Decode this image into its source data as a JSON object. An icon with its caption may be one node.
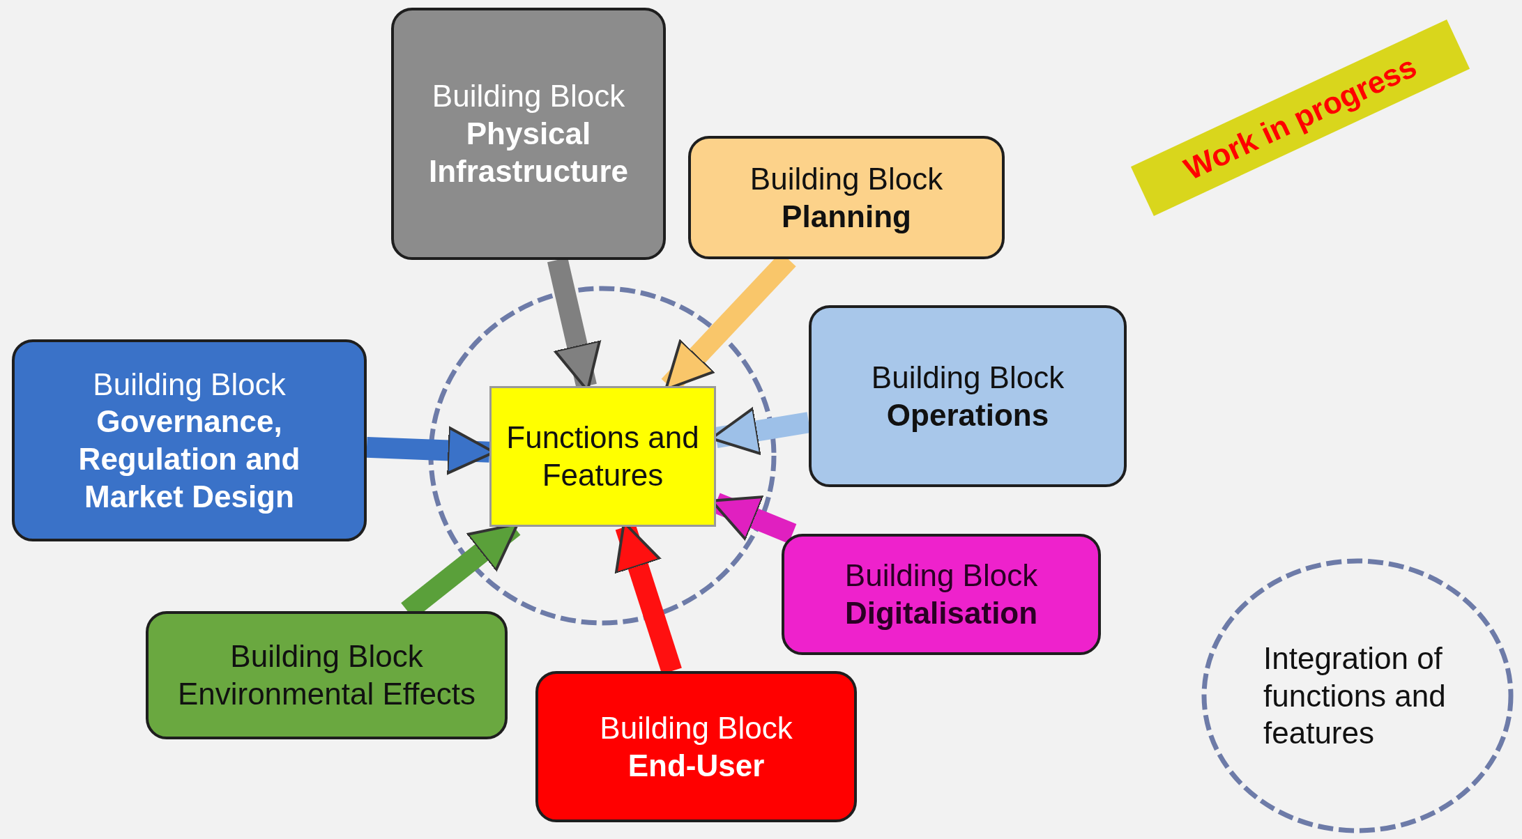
{
  "diagram": {
    "nodes": [
      {
        "text": [
          "Building Block",
          "Physical Infrastructure"
        ]
      },
      {
        "text": [
          "Building Block",
          "Planning"
        ]
      },
      {
        "text": [
          "Building Block",
          "Operations"
        ]
      },
      {
        "text": [
          "Building Block",
          "Governance, Regulation and Market Design"
        ]
      },
      {
        "text": [
          "Functions and Features"
        ]
      },
      {
        "text": [
          "Building Block",
          "Digitalisation"
        ]
      },
      {
        "text": [
          "Building Block",
          "Environmental Effects"
        ]
      },
      {
        "text": [
          "Building Block",
          "End-User"
        ]
      },
      {
        "text": [
          "Integration of functions and features"
        ]
      }
    ],
    "edges": [
      {
        "from": 0,
        "to": 4,
        "arrow": "to",
        "color": "#808080"
      },
      {
        "from": 1,
        "to": 4,
        "arrow": "to",
        "color": "#f9c66a"
      },
      {
        "from": 2,
        "to": 4,
        "arrow": "to",
        "color": "#9dc0e8"
      },
      {
        "from": 3,
        "to": 4,
        "arrow": "to",
        "color": "#3a72c8"
      },
      {
        "from": 5,
        "to": 4,
        "arrow": "to",
        "color": "#e020c0"
      },
      {
        "from": 6,
        "to": 4,
        "arrow": "to",
        "color": "#5aa03a"
      },
      {
        "from": 7,
        "to": 4,
        "arrow": "to",
        "color": "#ff1010"
      }
    ],
    "labels": [
      "Work in progress"
    ]
  }
}
